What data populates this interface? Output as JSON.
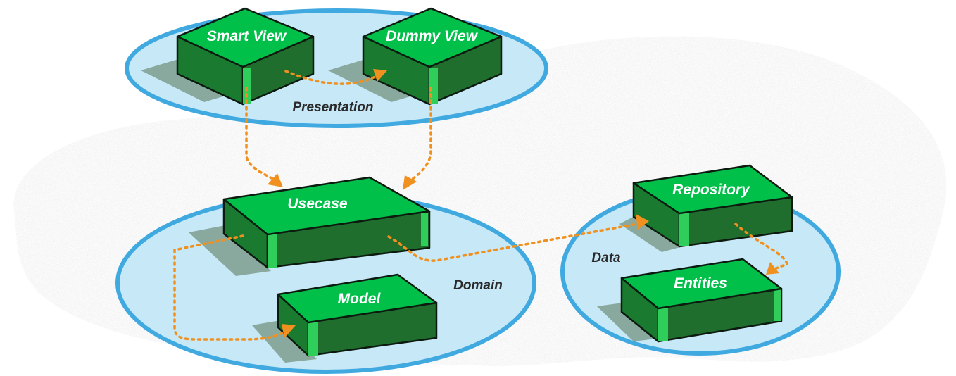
{
  "colors": {
    "zone_fill": "#c6e8f7",
    "zone_stroke": "#3fa9e0",
    "box_top": "#00c04a",
    "box_side": "#1a7a30",
    "box_side_light": "#2fce5a",
    "shadow": "#7f9e8e",
    "arrow": "#f0901e",
    "cloud": "#f2f2f2"
  },
  "zones": {
    "presentation": {
      "label": "Presentation"
    },
    "domain": {
      "label": "Domain"
    },
    "data": {
      "label": "Data"
    }
  },
  "boxes": {
    "smart_view": {
      "label": "Smart View"
    },
    "dummy_view": {
      "label": "Dummy View"
    },
    "usecase": {
      "label": "Usecase"
    },
    "model": {
      "label": "Model"
    },
    "repository": {
      "label": "Repository"
    },
    "entities": {
      "label": "Entities"
    }
  },
  "arrows": [
    {
      "from": "smart_view",
      "to": "dummy_view"
    },
    {
      "from": "smart_view",
      "to": "usecase"
    },
    {
      "from": "dummy_view",
      "to": "usecase"
    },
    {
      "from": "usecase",
      "to": "model"
    },
    {
      "from": "usecase",
      "to": "repository"
    },
    {
      "from": "repository",
      "to": "entities"
    }
  ]
}
